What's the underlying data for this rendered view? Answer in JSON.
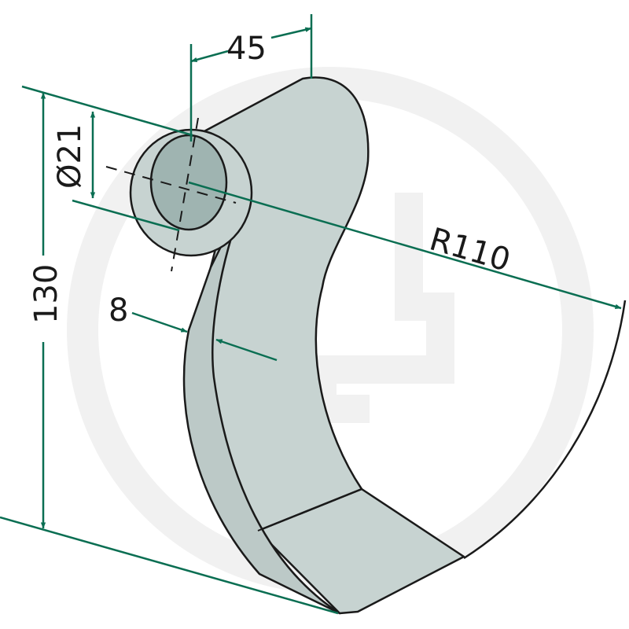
{
  "dimensions": {
    "width": "45",
    "diameter": "Ø21",
    "height": "130",
    "thickness": "8",
    "radius": "R110"
  },
  "colors": {
    "part_fill": "#c7d3d1",
    "hole_fill": "#9fb4b1",
    "outline": "#1a1a1a",
    "dimension_line": "#0a6e52",
    "watermark": "#f1f1f1"
  }
}
